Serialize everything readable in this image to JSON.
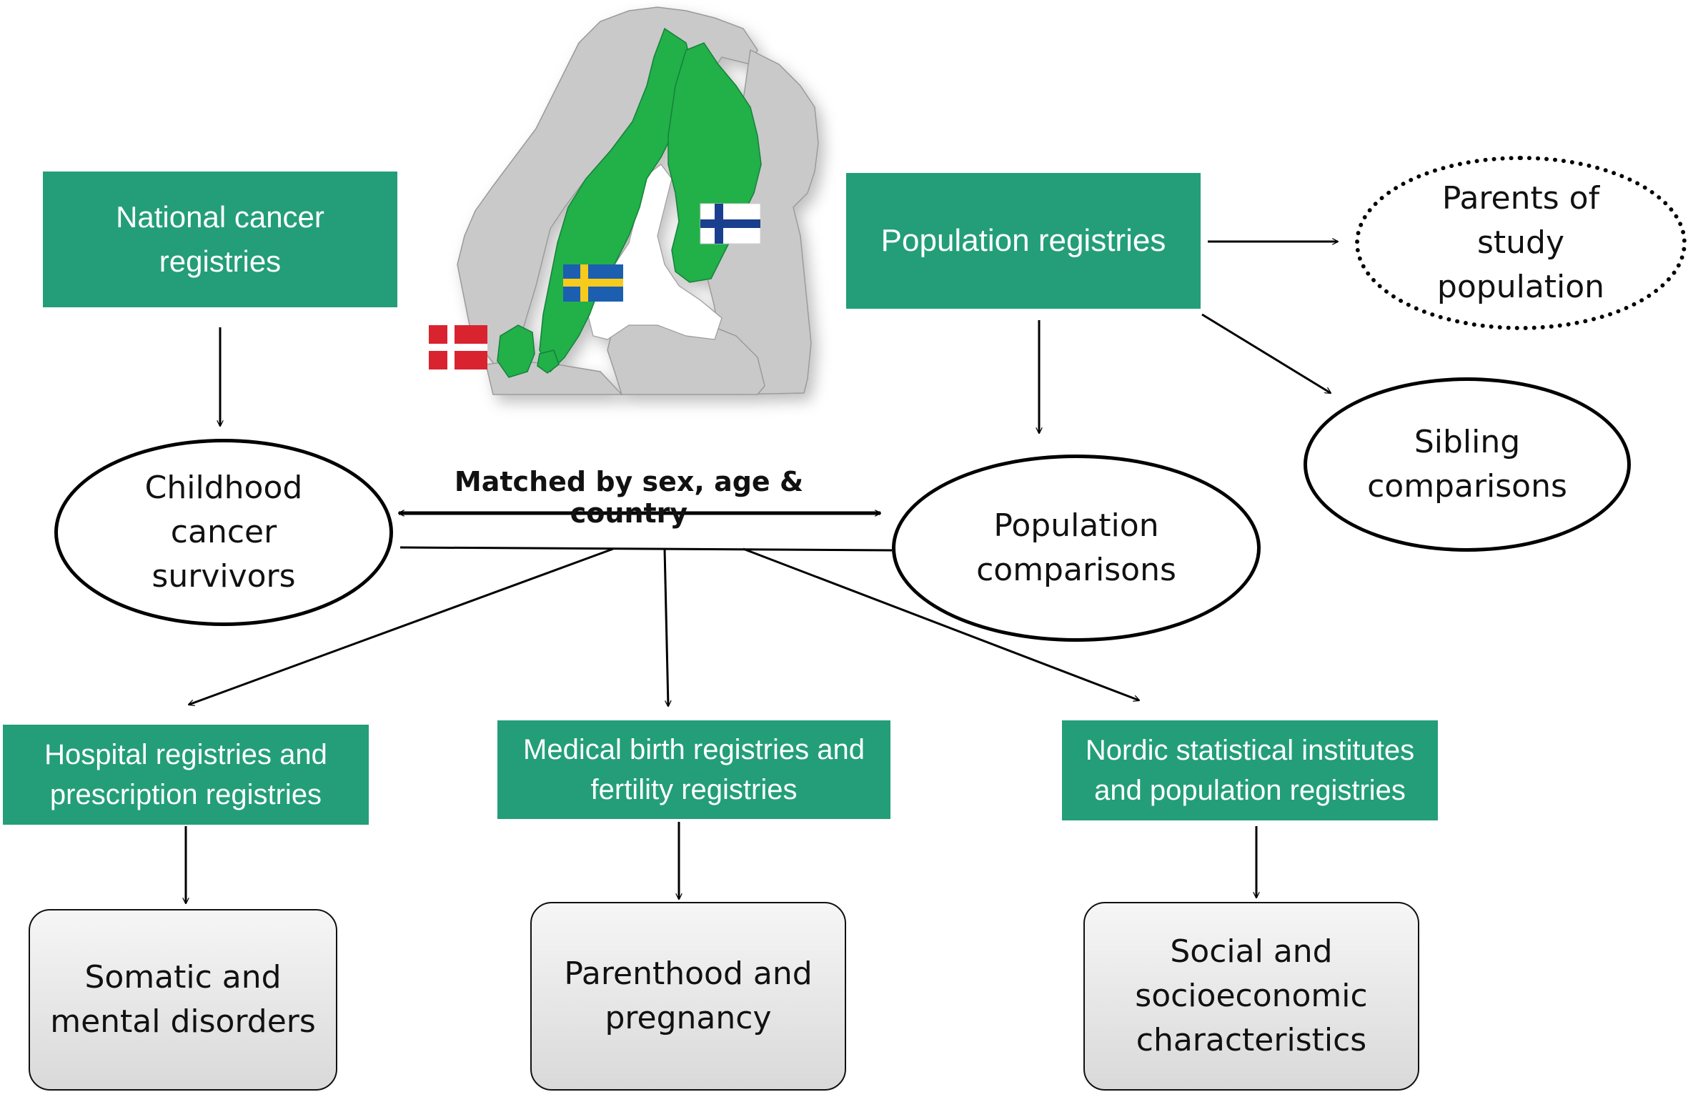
{
  "colors": {
    "box_green": "#239e78",
    "map_green": "#22b04a",
    "map_gray": "#c9c9c9",
    "line": "#000000"
  },
  "map": {
    "name": "nordic-map",
    "flags": [
      {
        "country": "Denmark",
        "icon": "denmark-flag-icon"
      },
      {
        "country": "Sweden",
        "icon": "sweden-flag-icon"
      },
      {
        "country": "Finland",
        "icon": "finland-flag-icon"
      }
    ]
  },
  "sources": {
    "national_cancer": "National cancer\nregistries",
    "population": "Population registries"
  },
  "groups": {
    "survivors": "Childhood\ncancer\nsurvivors",
    "population_comparisons": "Population\ncomparisons",
    "parents": "Parents of\nstudy\npopulation",
    "siblings": "Sibling\ncomparisons"
  },
  "matching_label": "Matched by sex, age & country",
  "registries": {
    "hospital": "Hospital registries and\nprescription registries",
    "birth": "Medical birth registries and\nfertility registries",
    "statistical": "Nordic statistical institutes\nand population registries"
  },
  "outcomes": {
    "somatic": "Somatic and\nmental disorders",
    "parenthood": "Parenthood and\npregnancy",
    "social": "Social and\nsocioeconomic\ncharacteristics"
  }
}
